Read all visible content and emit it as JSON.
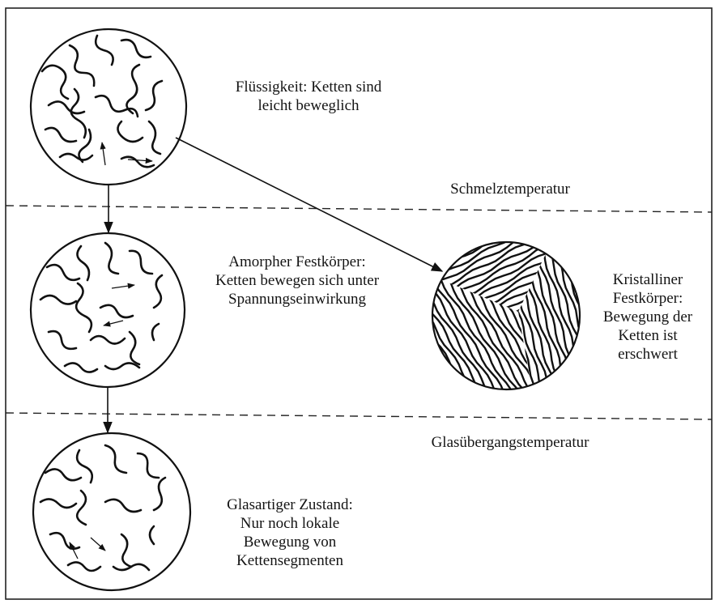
{
  "states": {
    "liquid": {
      "lines": [
        "Flüssigkeit: Ketten sind",
        "leicht beweglich"
      ]
    },
    "amorphous": {
      "lines": [
        "Amorpher Festkörper:",
        "Ketten bewegen sich unter",
        "Spannungseinwirkung"
      ]
    },
    "crystalline": {
      "lines": [
        "Kristalliner",
        "Festkörper:",
        "Bewegung der",
        "Ketten ist",
        "erschwert"
      ]
    },
    "glassy": {
      "lines": [
        "Glasartiger Zustand:",
        "Nur noch lokale",
        "Bewegung von",
        "Kettensegmenten"
      ]
    }
  },
  "temperatures": {
    "melting": "Schmelztemperatur",
    "glass_transition": "Glasübergangstemperatur"
  }
}
